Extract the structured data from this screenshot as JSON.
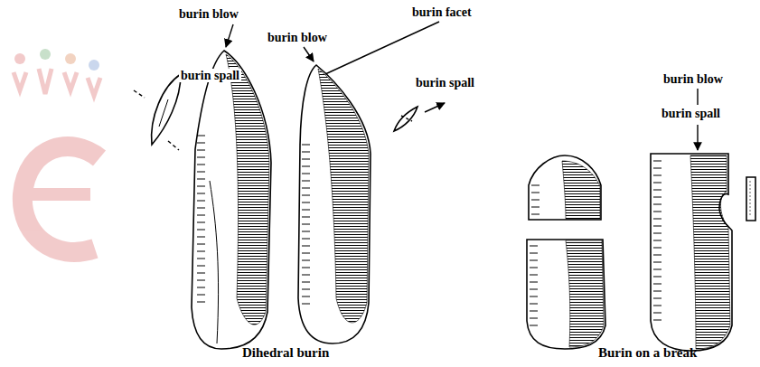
{
  "diagram": {
    "labels": [
      "burin blow",
      "burin facet",
      "burin blow",
      "burin spall",
      "burin spall",
      "burin blow",
      "burin spall",
      "Dihedral burin",
      "Burin on a break"
    ]
  }
}
